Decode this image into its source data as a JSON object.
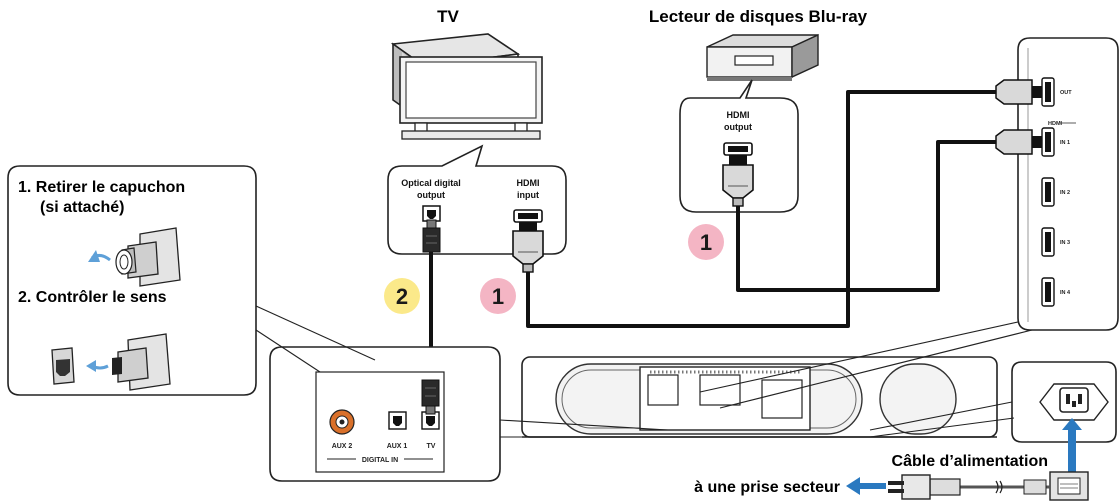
{
  "devices": {
    "tv_title": "TV",
    "bluray_title": "Lecteur de disques Blu-ray"
  },
  "tv_callout": {
    "optical_line1": "Optical digital",
    "optical_line2": "output",
    "hdmi_line1": "HDMI",
    "hdmi_line2": "input"
  },
  "bluray_callout": {
    "hdmi_line1": "HDMI",
    "hdmi_line2": "output"
  },
  "badges": {
    "hdmi_step": "1",
    "optical_step": "2"
  },
  "instructions": {
    "step1_line1": "1. Retirer le capuchon",
    "step1_line2": "(si attaché)",
    "step2": "2. Contrôler le sens"
  },
  "soundbar_panel": {
    "section_label": "HDMI",
    "ports": [
      "OUT",
      "IN 1",
      "IN 2",
      "IN 3",
      "IN 4"
    ]
  },
  "digital_panel": {
    "aux2": "AUX 2",
    "aux1": "AUX 1",
    "tv": "TV",
    "group_label": "DIGITAL IN"
  },
  "power": {
    "cable_label": "Câble d’alimentation",
    "outlet_label": "à une prise secteur"
  },
  "colors": {
    "badge_pink": "#f4b5c4",
    "badge_yellow": "#fbe98a",
    "arrow_blue": "#2a79c0",
    "cable_black": "#111111",
    "aux_orange": "#d9702a"
  }
}
